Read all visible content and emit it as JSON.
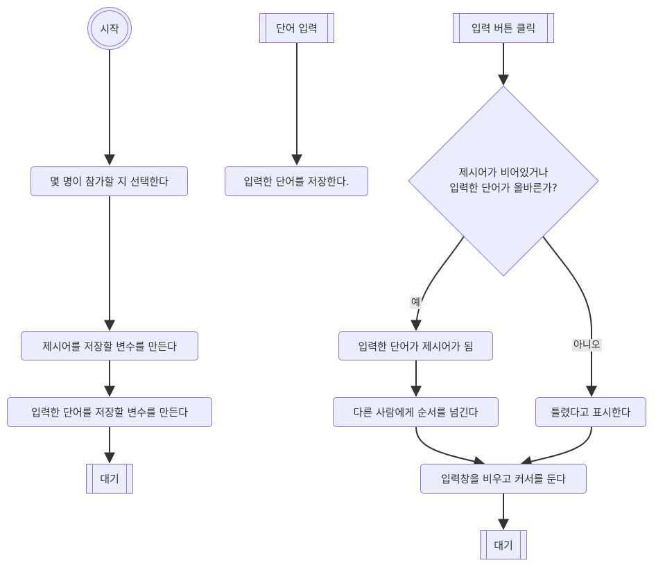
{
  "nodes": {
    "start": "시작",
    "select_players": "몇 명이 참가할 지 선택한다",
    "make_prompt_var": "제시어를 저장할 변수를 만든다",
    "make_input_var": "입력한 단어를 저장할 변수를 만든다",
    "wait_left": "대기",
    "word_input": "단어 입력",
    "save_word": "입력한 단어를 저장한다.",
    "click_input_button": "입력 버튼 클릭",
    "decision_line1": "제시어가 비어있거나",
    "decision_line2": "입력한 단어가 올바른가?",
    "becomes_prompt": "입력한 단어가 제시어가 됨",
    "pass_turn": "다른 사람에게 순서를 넘긴다",
    "show_wrong": "틀렸다고 표시한다",
    "clear_input": "입력창을 비우고 커서를 둔다",
    "wait_right": "대기"
  },
  "edge_labels": {
    "yes": "예",
    "no": "아니오"
  },
  "colors": {
    "node_fill": "#ECECFF",
    "node_stroke": "#9370DB",
    "edge": "#333333",
    "text": "#333333",
    "label_bg": "#e8e8e8"
  }
}
